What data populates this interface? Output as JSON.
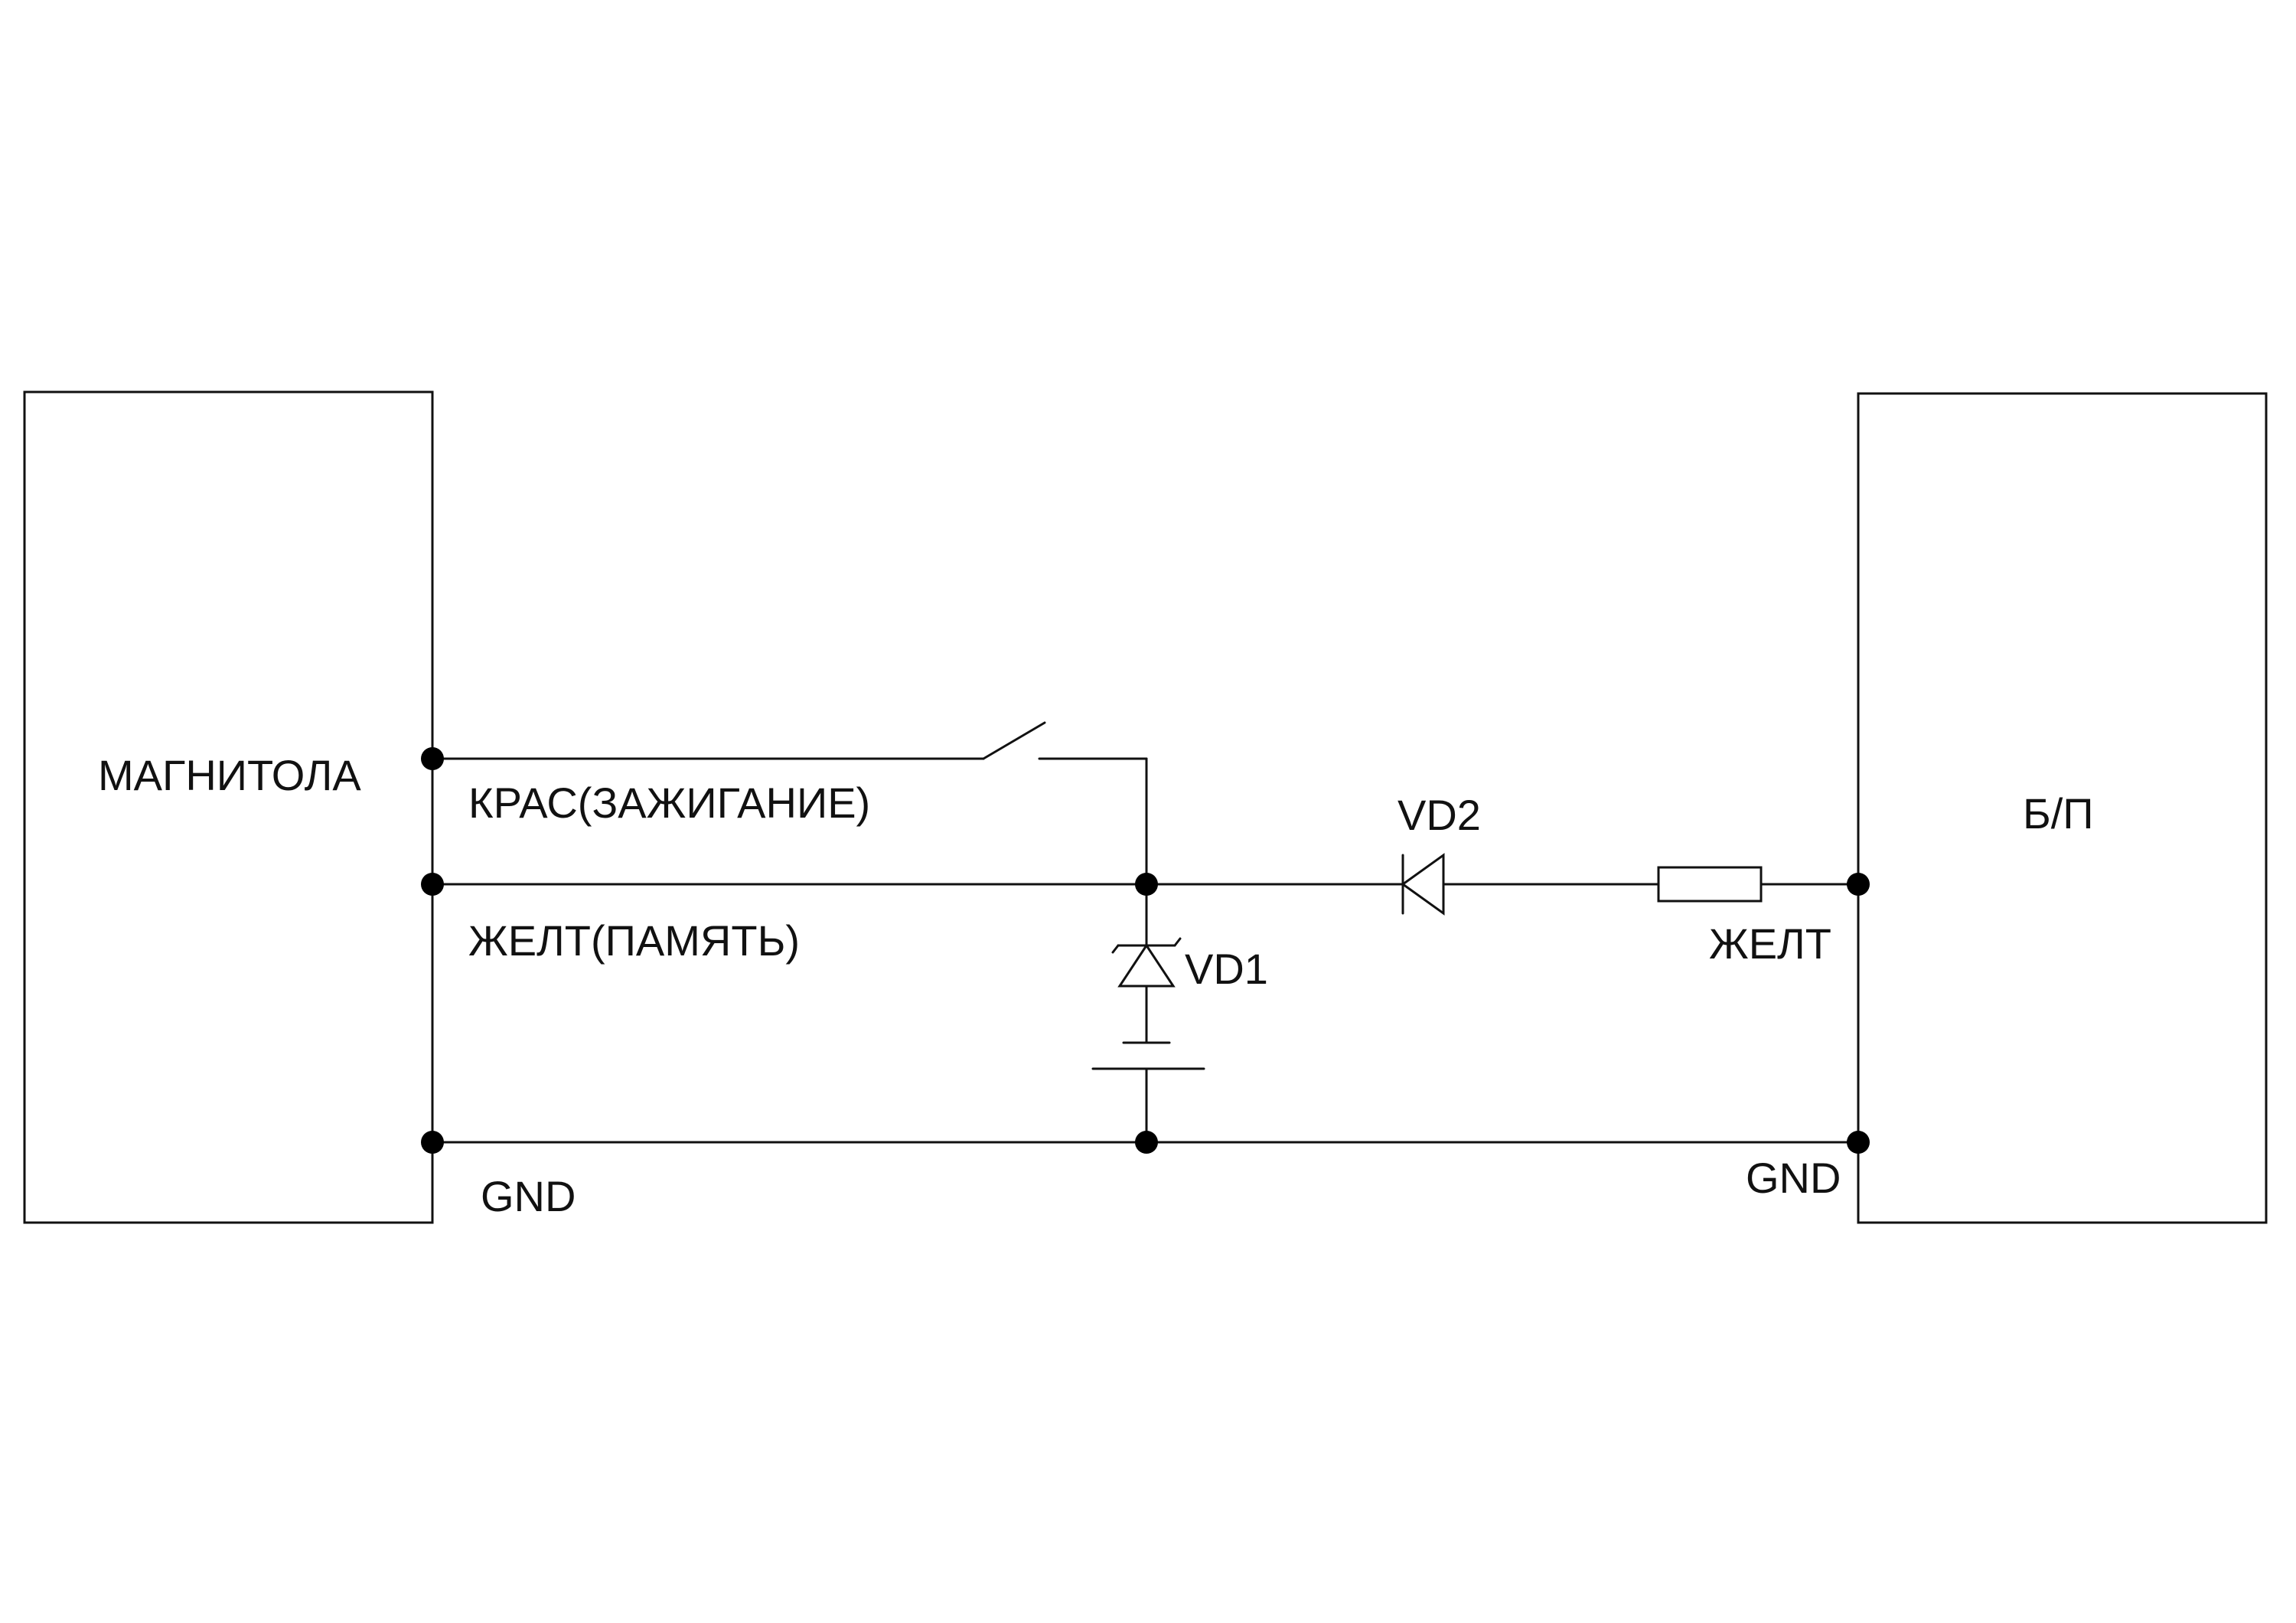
{
  "blocks": {
    "head_unit": "МАГНИТОЛА",
    "power_supply": "Б/П"
  },
  "wires": {
    "ignition": "КРАС(ЗАЖИГАНИЕ)",
    "memory": "ЖЕЛТ(ПАМЯТЬ)",
    "psu_output": "ЖЕЛТ",
    "ground_left": "GND",
    "ground_right": "GND"
  },
  "components": {
    "zener": "VD1",
    "diode": "VD2"
  }
}
